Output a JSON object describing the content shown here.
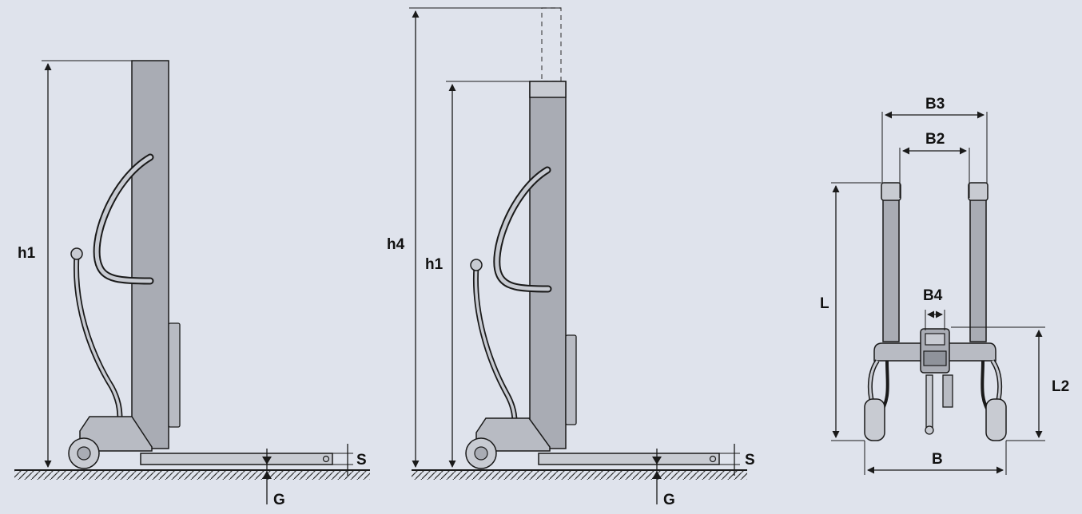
{
  "diagram": {
    "side_view_lowered": {
      "labels": {
        "h1": "h1",
        "S": "S",
        "G": "G"
      }
    },
    "side_view_raised": {
      "labels": {
        "h4": "h4",
        "h1": "h1",
        "S": "S",
        "G": "G"
      }
    },
    "front_view": {
      "labels": {
        "B3": "B3",
        "B2": "B2",
        "B4": "B4",
        "L": "L",
        "L2": "L2",
        "B": "B"
      }
    }
  },
  "colors": {
    "background": "#dfe3ec",
    "mast": "#a9acb4",
    "line": "#1a1a1a"
  }
}
